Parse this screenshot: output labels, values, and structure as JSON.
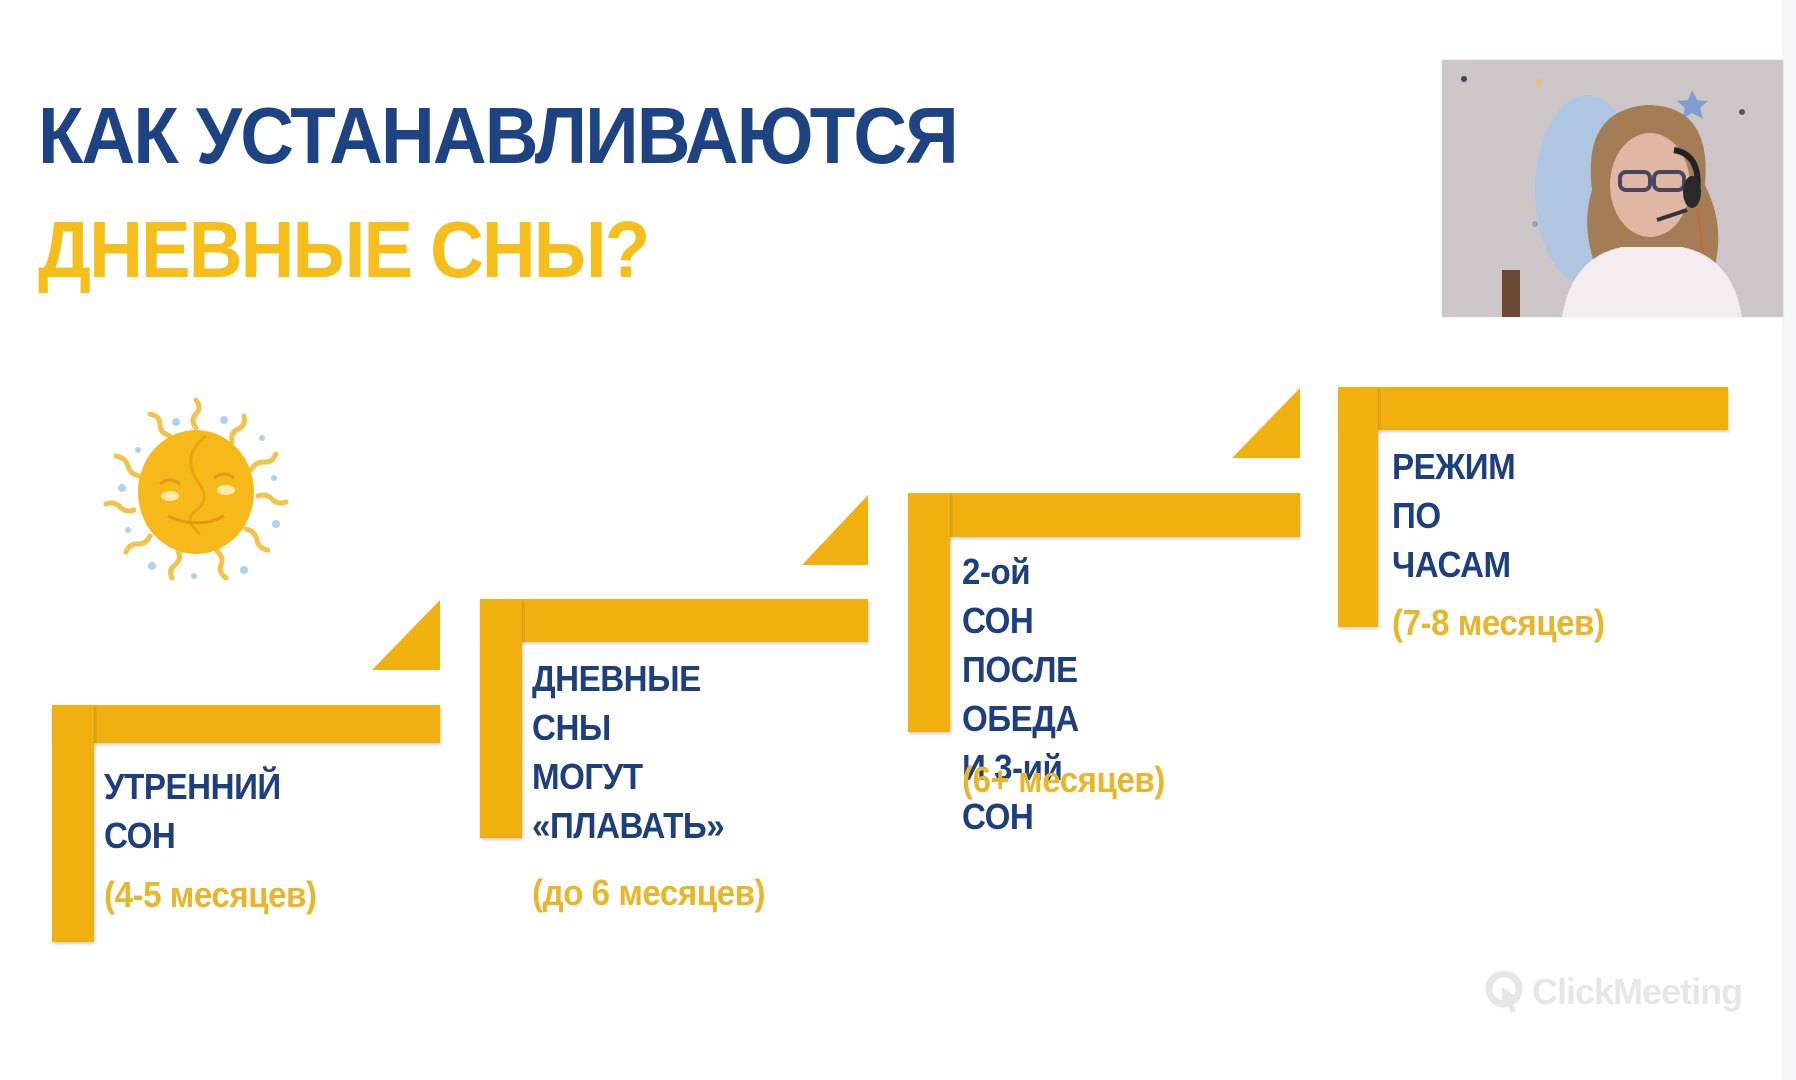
{
  "slide": {
    "title_line1": "КАК УСТАНАВЛИВАЮТСЯ",
    "title_line2": "ДНЕВНЫЕ СНЫ?",
    "steps": [
      {
        "label": "УТРЕННИЙ СОН",
        "months": "(4-5 месяцев)"
      },
      {
        "label": "ДНЕВНЫЕ СНЫ\nМОГУТ\n«ПЛАВАТЬ»",
        "months": "(до 6 месяцев)"
      },
      {
        "label": "2-ой СОН\nПОСЛЕ ОБЕДА\nИ 3-ий СОН",
        "months": "(6+ месяцев)"
      },
      {
        "label": "РЕЖИМ ПО\nЧАСАМ",
        "months": "(7-8 месяцев)"
      }
    ],
    "decoration": "sun-icon"
  },
  "webcam": {
    "content": "presenter-video"
  },
  "watermark": {
    "text": "ClickMeeting",
    "icon": "clickmeeting-logo-icon"
  },
  "colors": {
    "navy": "#1e4383",
    "title_yellow": "#f5be1a",
    "bar_yellow": "#efb010",
    "months_yellow": "#e9b52a"
  }
}
